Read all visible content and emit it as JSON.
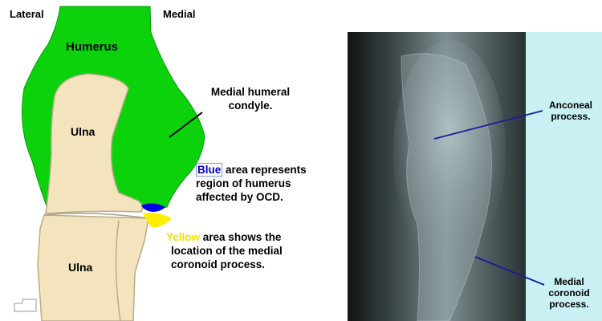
{
  "diagram": {
    "orientation": {
      "lateral": "Lateral",
      "medial": "Medial"
    },
    "bones": {
      "humerus": "Humerus",
      "ulna_upper": "Ulna",
      "ulna_lower": "Ulna"
    },
    "annotations": {
      "medial_condyle_line1": "Medial humeral",
      "medial_condyle_line2": "condyle.",
      "blue_word": "Blue",
      "blue_rest_line1": " area represents",
      "blue_line2": "region of humerus",
      "blue_line3": "affected by OCD.",
      "yellow_word": "Yellow",
      "yellow_rest_line1": " area shows the",
      "yellow_line2": "location of the medial",
      "yellow_line3": "coronoid process."
    },
    "colors": {
      "humerus": "#0bd20b",
      "ulna": "#f4e4be",
      "ocd_area": "#0000e6",
      "coronoid_area": "#ffee00"
    }
  },
  "xray": {
    "anconeal_line1": "Anconeal",
    "anconeal_line2": "process.",
    "coronoid_line1": "Medial",
    "coronoid_line2": "coronoid",
    "coronoid_line3": "process.",
    "colors": {
      "film_background": "#c9f1f4",
      "pointer_line": "#1a1aa0"
    }
  }
}
